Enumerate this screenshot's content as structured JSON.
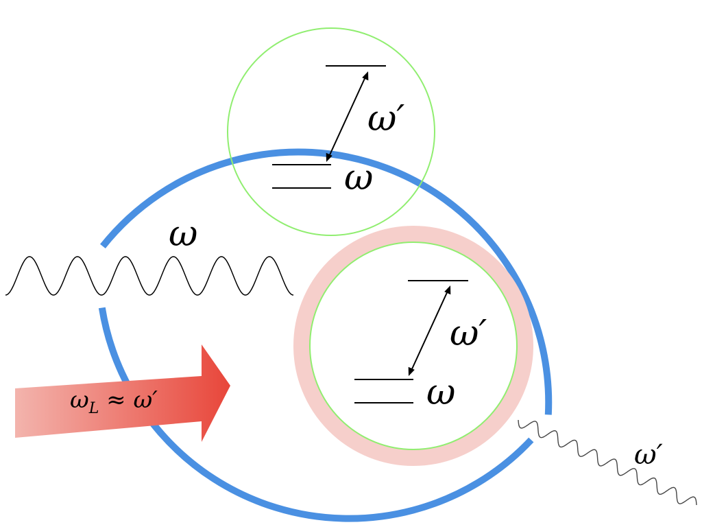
{
  "colors": {
    "cavity": "#4a90e2",
    "atom_circle": "#90ee70",
    "glow": "#f6cfcb",
    "laser_start": "#f3b4ad",
    "laser_end": "#e8463a",
    "line": "#000000"
  },
  "atoms": [
    {
      "upper_label": "ω′",
      "lower_label": "ω",
      "driven": false
    },
    {
      "upper_label": "ω′",
      "lower_label": "ω",
      "driven": true
    }
  ],
  "input_wave": {
    "label": "ω"
  },
  "laser": {
    "label_base": "ω",
    "label_sub": "L",
    "label_rest": " ≈ ω′"
  },
  "output_wave": {
    "label": "ω′"
  }
}
